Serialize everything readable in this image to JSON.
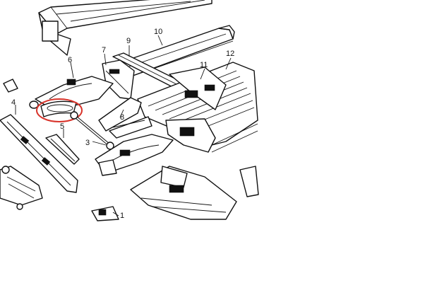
{
  "diagram": {
    "callouts": [
      {
        "id": "c1",
        "text": "1"
      },
      {
        "id": "c3",
        "text": "3"
      },
      {
        "id": "c4",
        "text": "4"
      },
      {
        "id": "c5",
        "text": "5"
      },
      {
        "id": "c6",
        "text": "6"
      },
      {
        "id": "c7",
        "text": "7"
      },
      {
        "id": "c8",
        "text": "8"
      },
      {
        "id": "c9",
        "text": "9"
      },
      {
        "id": "c10",
        "text": "10"
      },
      {
        "id": "c11",
        "text": "11"
      },
      {
        "id": "c12",
        "text": "12"
      }
    ],
    "highlight_color": "#d8332a",
    "line_color": "#111111"
  }
}
